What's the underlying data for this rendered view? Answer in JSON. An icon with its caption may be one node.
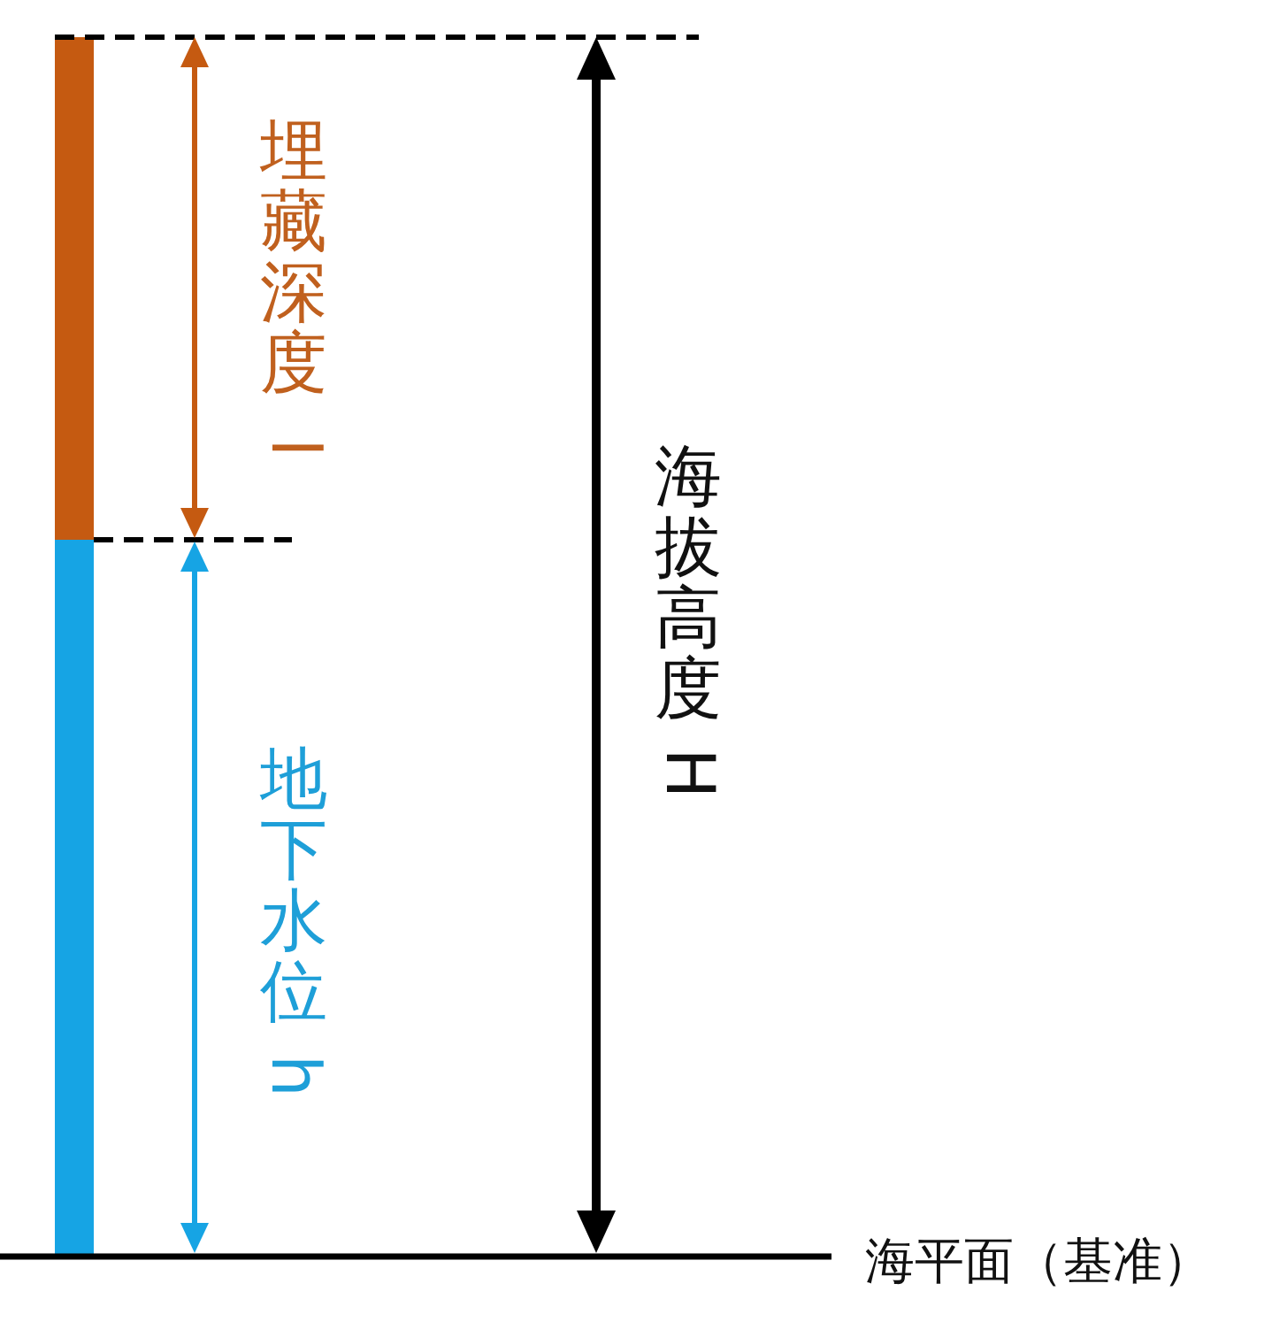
{
  "diagram": {
    "nodes": [
      {
        "text": [],
        "shape": "bar"
      },
      {
        "text": [],
        "shape": "bar"
      }
    ],
    "labels": [
      "埋藏深度 l",
      "地下水位 h",
      "海拔高度 H",
      "海平面（基准）"
    ]
  }
}
